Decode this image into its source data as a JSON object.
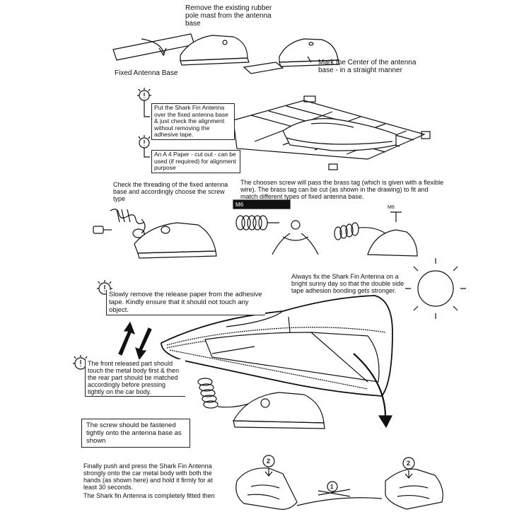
{
  "step1": {
    "remove_mast": "Remove the existing rubber pole mast from the antenna base",
    "fixed_base": "Fixed Antenna Base",
    "mark_center": "Mark the Center of the antenna base - in a straight manner"
  },
  "step2": {
    "put_fin": "Put the Shark Fin Antenna over the fixed antenna base & just check the alignment without removing the adhesive tape.",
    "a4_paper": "An A 4 Paper - cut out - can be used (if required) for alignment purpose"
  },
  "step3": {
    "check_thread": "Check the threading of the fixed antenna base and accordingly choose the screw type",
    "screw_text": "The choosen screw will pass the brass tag (which is given with a flexible wire). The brass tag can be cut (as shown in the drawing) to fit and match different types of fixed antenna base.",
    "m6_label": "M6",
    "m5_label": "M6"
  },
  "step4": {
    "sunny_day": "Always fix the Shark Fin Antenna on a bright sunny day so that the double side tape adhesion bonding gets stronger.",
    "release_paper": "Slowly remove the release paper from the adhesive tape. Kindly ensure that it should not touch any object.",
    "front_part": "The front released part should touch the metal body first & then the rear part should be matched accordingly before pressing tightly on the car body.",
    "screw_fasten": "The screw should be fastened tightly onto the antenna base as shown"
  },
  "step5": {
    "press": "Finally push and press the Shark Fin Antenna strongly onto the car metal body with both the hands (as shown here) and hold it firmly for at least 30 seconds.",
    "fitted": "The Shark fin Antenna is completely fitted then",
    "badge_2a": "2",
    "badge_1": "1",
    "badge_2b": "2"
  },
  "icons": [
    "warning-icon",
    "sun-icon",
    "arrow-up-icon",
    "arrow-down-icon"
  ]
}
